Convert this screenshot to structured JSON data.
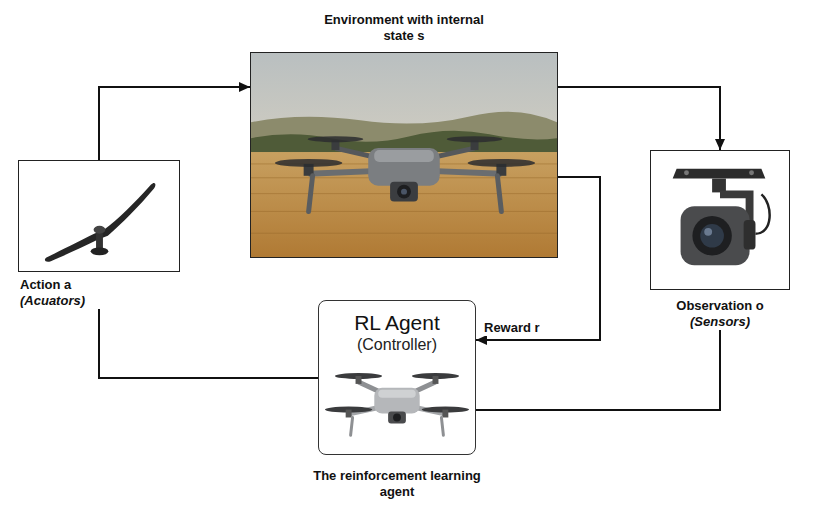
{
  "diagram": {
    "nodes": [
      {
        "text": [
          "Environment with internal state s"
        ]
      },
      {
        "text": [
          "Action a",
          "(Acuators)"
        ]
      },
      {
        "text": [
          "Observation o",
          "(Sensors)"
        ]
      },
      {
        "text": [
          "RL Agent",
          "(Controller)",
          "The reinforcement learning agent"
        ]
      }
    ],
    "edges": [
      {
        "from": 1,
        "to": 0,
        "arrow": "to"
      },
      {
        "from": 0,
        "to": 2,
        "arrow": "to"
      },
      {
        "from": 2,
        "to": 3,
        "arrow": "none"
      },
      {
        "from": 0,
        "to": 3,
        "label": "Reward r",
        "arrow": "to"
      },
      {
        "from": 3,
        "to": 1,
        "arrow": "none"
      }
    ]
  }
}
